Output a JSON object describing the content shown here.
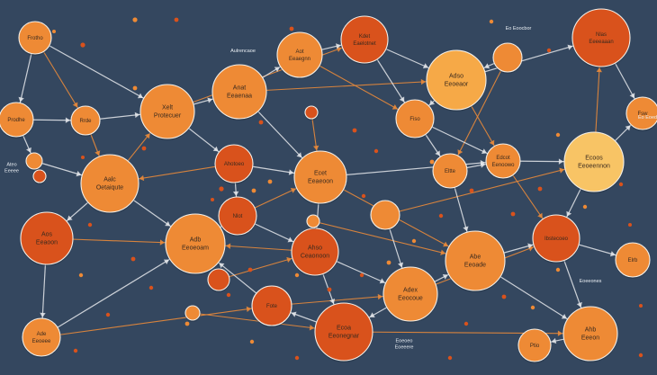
{
  "colors": {
    "background": "#34475f",
    "edge_light": "#e6e9ec",
    "edge_orange": "#e98a3a",
    "node_dark": "#d9521c",
    "node_mid": "#ee8a35",
    "node_light": "#f6a947",
    "node_pale": "#f8c465"
  },
  "nodes": [
    {
      "id": "n1",
      "label": "Frotho"
    },
    {
      "id": "n2",
      "label": "Prodhe"
    },
    {
      "id": "n3",
      "label": "Rrde"
    },
    {
      "id": "n4",
      "label": "Xelt\nProtecuer"
    },
    {
      "id": "n5",
      "label": "Aalc\nOetaiqute"
    },
    {
      "id": "n6",
      "label": "Aos\nEeaoon"
    },
    {
      "id": "n7",
      "label": "Anat\nEeaenaa"
    },
    {
      "id": "n8",
      "label": "Aot\nEeaegnn"
    },
    {
      "id": "n9",
      "label": "Kdet\nEaelotnet"
    },
    {
      "id": "n10",
      "label": "Adso\nEeoeaor"
    },
    {
      "id": "n11",
      "label": "Nlas\nEeeeaaan"
    },
    {
      "id": "n12",
      "label": "Ahotoeo"
    },
    {
      "id": "n13",
      "label": "Fiso"
    },
    {
      "id": "n14",
      "label": "Ecet\nEeaeoon"
    },
    {
      "id": "n15",
      "label": "Eltte"
    },
    {
      "id": "n16",
      "label": "Edcot\nEenoowo"
    },
    {
      "id": "n17",
      "label": "Ecoos\nEeoeennon"
    },
    {
      "id": "n18",
      "label": "Adb\nEeoeoam"
    },
    {
      "id": "n19",
      "label": "Nlot"
    },
    {
      "id": "n20",
      "label": "Ibstecoeo"
    },
    {
      "id": "n21",
      "label": "Ahso\nCeaonoon"
    },
    {
      "id": "n22",
      "label": "Adex\nEeocoue"
    },
    {
      "id": "n23",
      "label": "Abe\nEeoade"
    },
    {
      "id": "n24",
      "label": "Ecoa\nEeonegnar"
    },
    {
      "id": "n25",
      "label": "Fote"
    },
    {
      "id": "n26",
      "label": "Fsw"
    },
    {
      "id": "n27",
      "label": "Ahb\nEeeon"
    },
    {
      "id": "n28",
      "label": "Elrb"
    },
    {
      "id": "n29",
      "label": "Ade\nEeoeee"
    },
    {
      "id": "n30",
      "label": "Ptio"
    },
    {
      "id": "n31",
      "label": ""
    },
    {
      "id": "n32",
      "label": ""
    },
    {
      "id": "n33",
      "label": ""
    },
    {
      "id": "n34",
      "label": ""
    },
    {
      "id": "n35",
      "label": ""
    },
    {
      "id": "n36",
      "label": ""
    },
    {
      "id": "n37",
      "label": ""
    },
    {
      "id": "n38",
      "label": ""
    }
  ],
  "free_labels": [
    {
      "id": "f1",
      "text": "Aulrencaoe"
    },
    {
      "id": "f2",
      "text": "Eo Eoocbor"
    },
    {
      "id": "f3",
      "text": "Eo Eoedor"
    },
    {
      "id": "f4",
      "text": "Ateo\nEeeee"
    },
    {
      "id": "f5",
      "text": "Eoeeones"
    },
    {
      "id": "f6",
      "text": "Eoeoeo\nEoeeere"
    }
  ]
}
